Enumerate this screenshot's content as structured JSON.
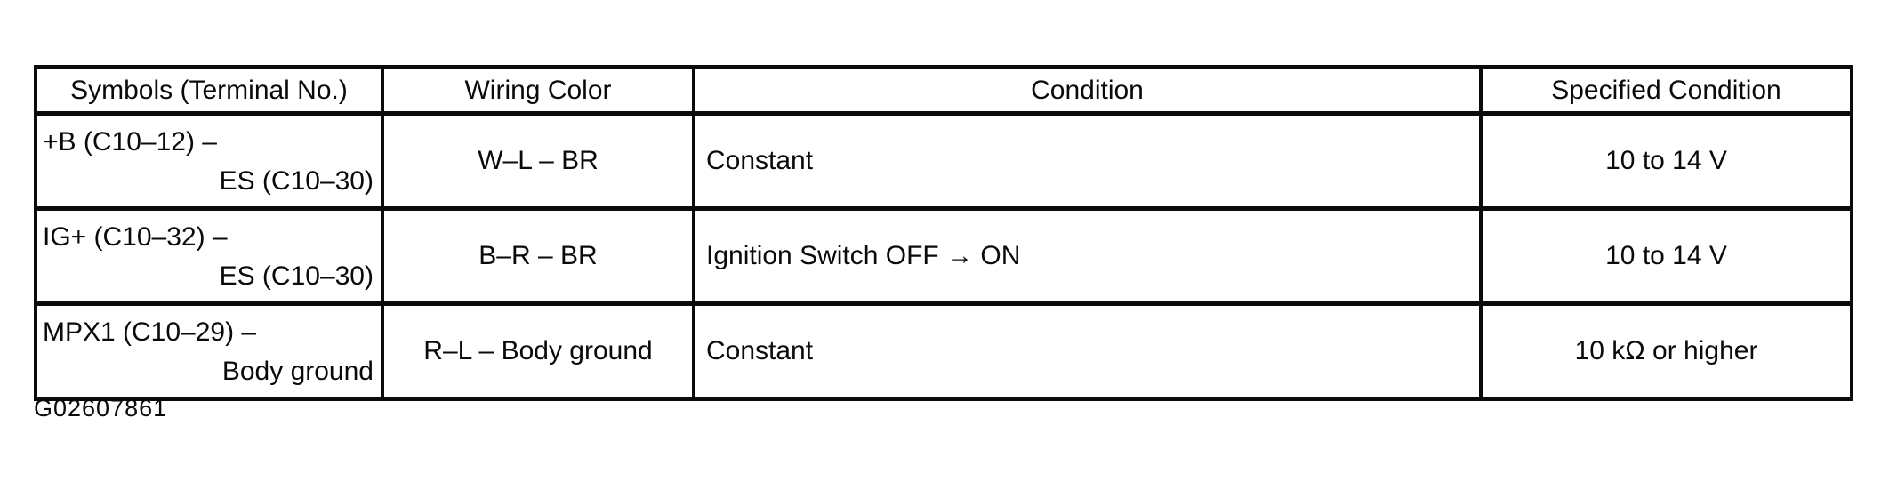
{
  "colors": {
    "ink": "#0b0b0b",
    "background": "#ffffff"
  },
  "figure_id": "G02607861",
  "table": {
    "headers": {
      "symbols": "Symbols (Terminal No.)",
      "wiring_color": "Wiring Color",
      "condition": "Condition",
      "specified_condition": "Specified Condition"
    },
    "rows": [
      {
        "symbol_line1": "+B (C10–12) –",
        "symbol_line2": "ES (C10–30)",
        "wiring_color": "W–L – BR",
        "condition": "Constant",
        "specified_condition": "10 to 14 V"
      },
      {
        "symbol_line1": "IG+ (C10–32) –",
        "symbol_line2": "ES (C10–30)",
        "wiring_color": "B–R – BR",
        "condition": "Ignition Switch OFF → ON",
        "specified_condition": "10 to 14 V"
      },
      {
        "symbol_line1": "MPX1 (C10–29) –",
        "symbol_line2": "Body ground",
        "wiring_color": "R–L – Body ground",
        "condition": "Constant",
        "specified_condition": "10 kΩ or higher"
      }
    ]
  }
}
